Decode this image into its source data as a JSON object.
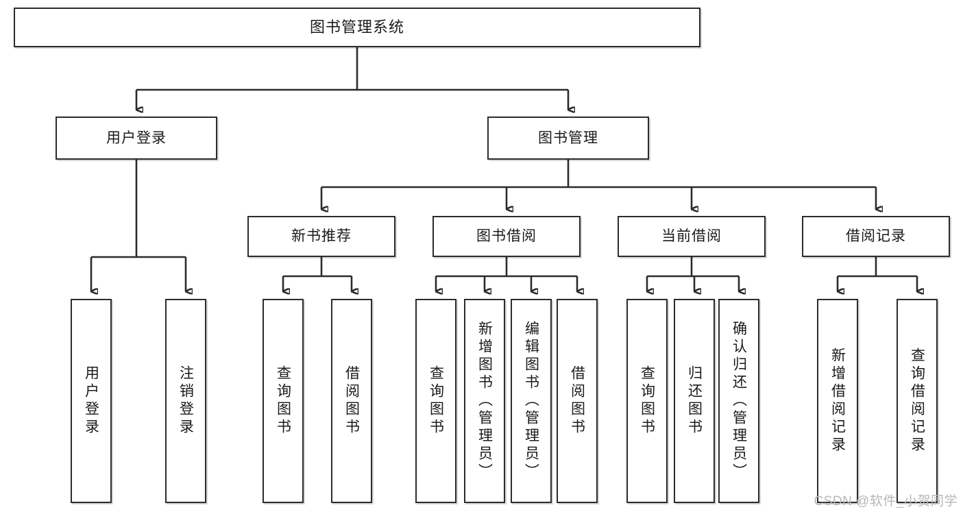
{
  "diagram": {
    "title": "图书管理系统",
    "type": "tree",
    "watermark": "CSDN @软件_小贺同学",
    "colors": {
      "stroke": "#2b2b2b",
      "fill": "#ffffff",
      "text": "#1a1a1a",
      "watermark": "#b7b7b7"
    }
  },
  "nodes": {
    "root": {
      "label": "图书管理系统"
    },
    "level2": [
      {
        "label": "用户登录"
      },
      {
        "label": "图书管理"
      }
    ],
    "level3": [
      {
        "label": "新书推荐"
      },
      {
        "label": "图书借阅"
      },
      {
        "label": "当前借阅"
      },
      {
        "label": "借阅记录"
      }
    ],
    "leaves_user_login": [
      {
        "label": "用户登录"
      },
      {
        "label": "注销登录"
      }
    ],
    "leaves_new_book": [
      {
        "label": "查询图书"
      },
      {
        "label": "借阅图书"
      }
    ],
    "leaves_borrow": [
      {
        "label": "查询图书"
      },
      {
        "label": "新增图书（管理员）"
      },
      {
        "label": "编辑图书（管理员）"
      },
      {
        "label": "借阅图书"
      }
    ],
    "leaves_current": [
      {
        "label": "查询图书"
      },
      {
        "label": "归还图书"
      },
      {
        "label": "确认归还（管理员）"
      }
    ],
    "leaves_records": [
      {
        "label": "新增借阅记录"
      },
      {
        "label": "查询借阅记录"
      }
    ]
  }
}
